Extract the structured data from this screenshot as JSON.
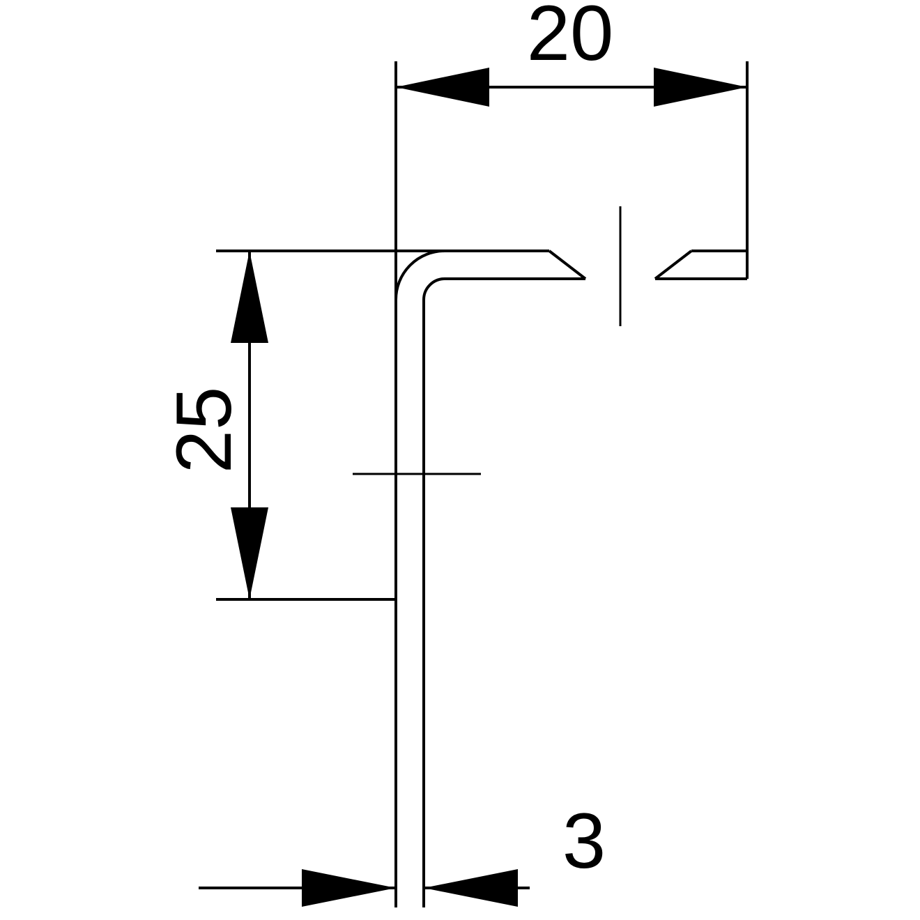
{
  "diagram": {
    "type": "technical-drawing",
    "subject": "angle-profile-cross-section",
    "background_color": "#ffffff",
    "line_color": "#000000",
    "dimensions": {
      "width": {
        "value": "20"
      },
      "height": {
        "value": "25"
      },
      "thickness": {
        "value": "3"
      }
    }
  }
}
